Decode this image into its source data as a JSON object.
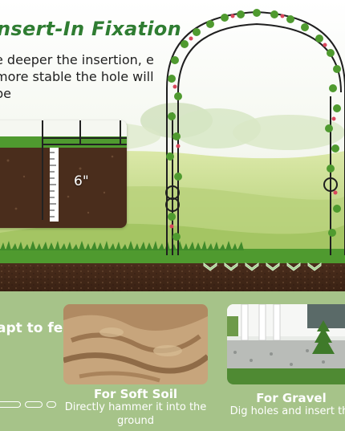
{
  "header": {
    "title": "nsert-In Fixation",
    "subtitle": "e deeper the insertion, e more stable the hole will be"
  },
  "inset": {
    "depth_label": "6\""
  },
  "bottom": {
    "adapt_heading": "apt to ferent ounds",
    "cards": [
      {
        "title": "For Soft Soil",
        "desc": "Directly hammer it into the ground"
      },
      {
        "title": "For Gravel",
        "desc": "Dig holes and insert th"
      }
    ]
  },
  "colors": {
    "title_green": "#2f7d32",
    "panel_green": "#a6c389",
    "soil_brown": "#4a2d1c",
    "grass_green": "#3f8a2a"
  }
}
